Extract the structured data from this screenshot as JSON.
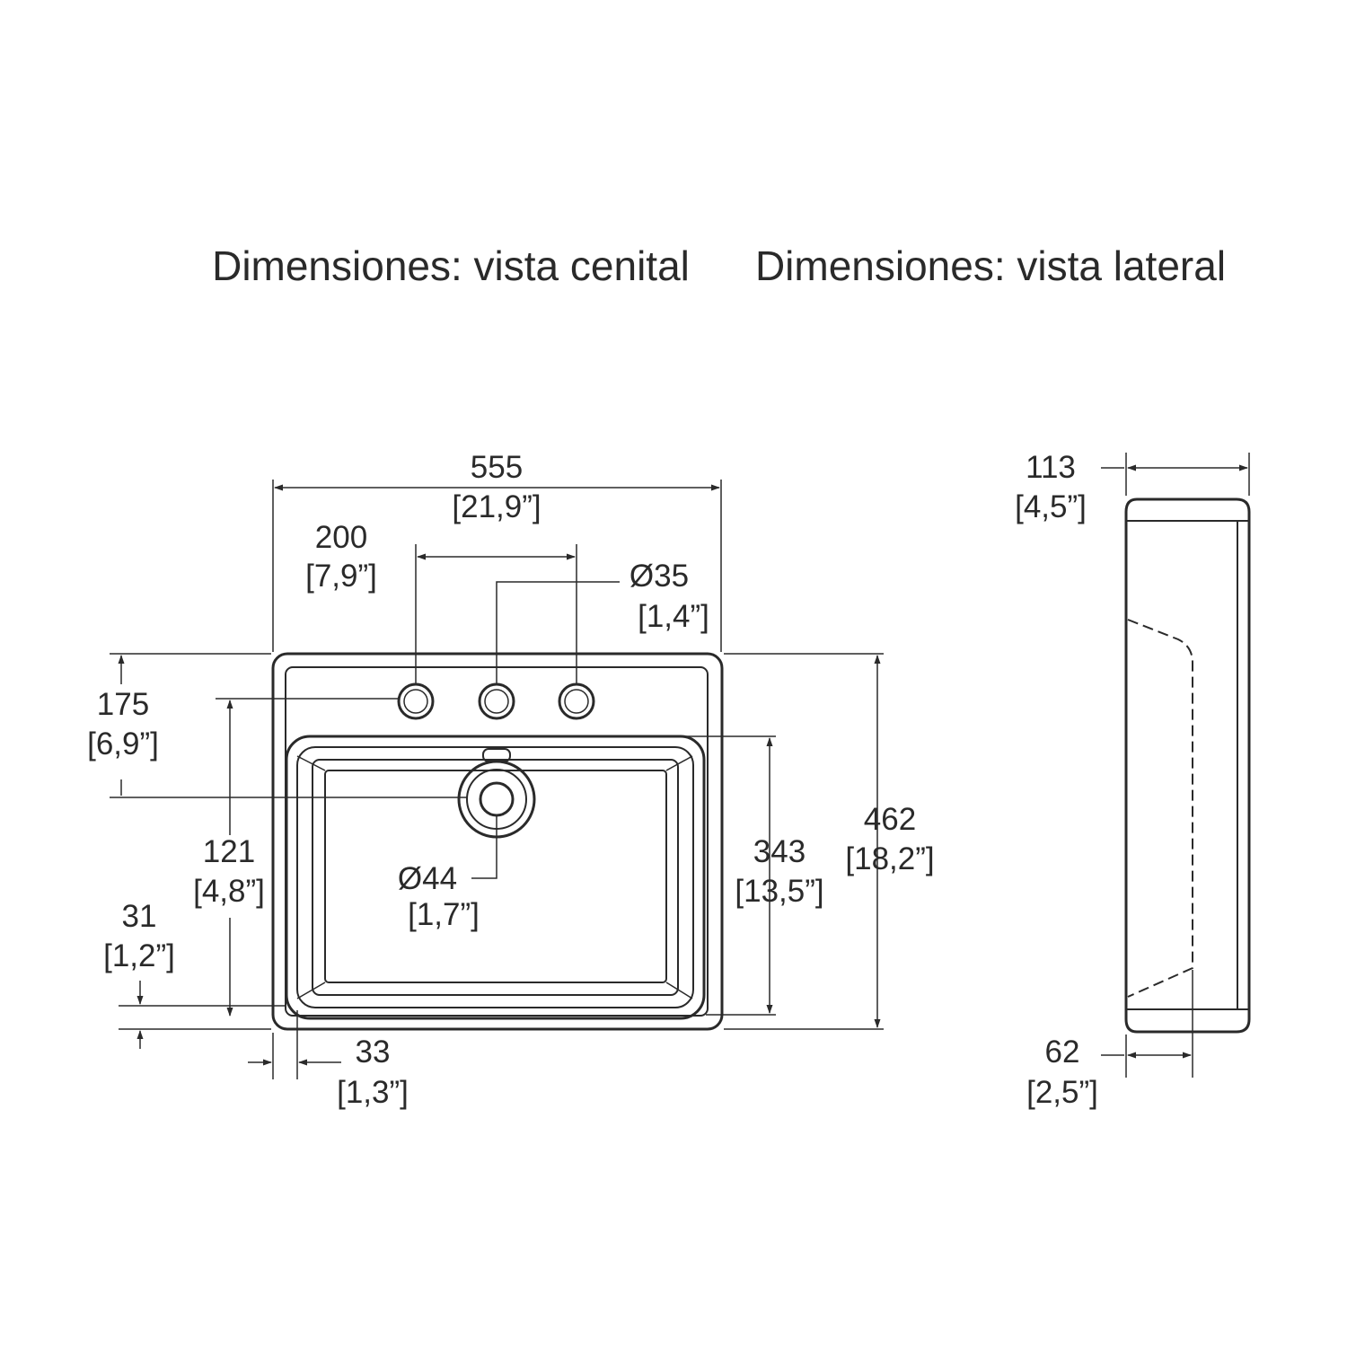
{
  "titles": {
    "top_view": "Dimensiones: vista cenital",
    "side_view": "Dimensiones: vista lateral"
  },
  "dimensions": {
    "width": {
      "value": "555",
      "inches": "[21,9”]"
    },
    "tap_spacing": {
      "value": "200",
      "inches": "[7,9”]"
    },
    "tap_hole": {
      "value": "Ø35",
      "inches": "[1,4”]"
    },
    "tap_offset": {
      "value": "175",
      "inches": "[6,9”]"
    },
    "drain_offset": {
      "value": "121",
      "inches": "[4,8”]"
    },
    "rim_front": {
      "value": "31",
      "inches": "[1,2”]"
    },
    "rim_side": {
      "value": "33",
      "inches": "[1,3”]"
    },
    "drain_hole": {
      "value": "Ø44",
      "inches": "[1,7”]"
    },
    "bowl_depth": {
      "value": "343",
      "inches": "[13,5”]"
    },
    "length": {
      "value": "462",
      "inches": "[18,2”]"
    },
    "height": {
      "value": "113",
      "inches": "[4,5”]"
    },
    "bowl_height": {
      "value": "62",
      "inches": "[2,5”]"
    }
  }
}
